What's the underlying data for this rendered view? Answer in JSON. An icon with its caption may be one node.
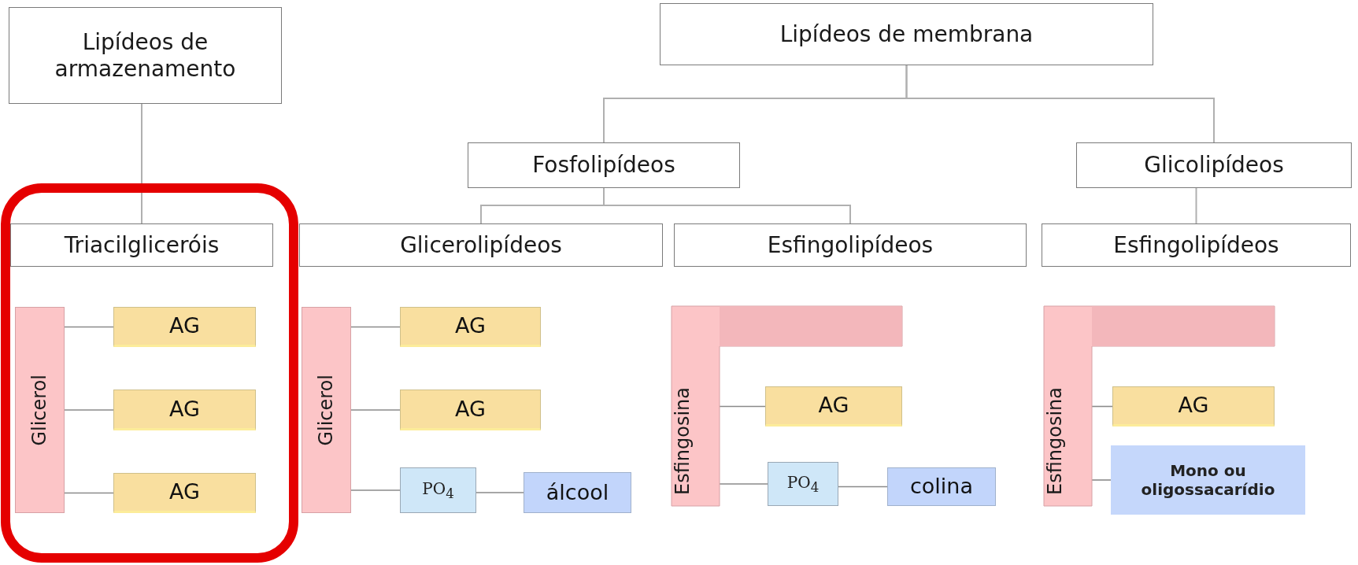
{
  "diagram": {
    "nodes": [
      {
        "text": [
          "Lipídeos de armazenamento"
        ]
      },
      {
        "text": [
          "Lipídeos de membrana"
        ]
      },
      {
        "text": [
          "Fosfolipídeos"
        ]
      },
      {
        "text": [
          "Glicolipídeos"
        ]
      },
      {
        "text": [
          "Triacilgliceróis"
        ]
      },
      {
        "text": [
          "Glicerolipídeos"
        ]
      },
      {
        "text": [
          "Esfingolipídeos"
        ]
      },
      {
        "text": [
          "Esfingolipídeos"
        ]
      },
      {
        "text": [
          "Glicerol"
        ]
      },
      {
        "text": [
          "AG"
        ]
      },
      {
        "text": [
          "AG"
        ]
      },
      {
        "text": [
          "AG"
        ]
      },
      {
        "text": [
          "Glicerol"
        ]
      },
      {
        "text": [
          "AG"
        ]
      },
      {
        "text": [
          "AG"
        ]
      },
      {
        "text": [
          "PO$_{4}$"
        ]
      },
      {
        "text": [
          "álcool"
        ]
      },
      {
        "text": [
          "Esfingosina"
        ]
      },
      {
        "text": [
          "AG"
        ]
      },
      {
        "text": [
          "PO$_{4}$"
        ]
      },
      {
        "text": [
          "colina"
        ]
      },
      {
        "text": [
          "Esfingosina"
        ]
      },
      {
        "text": [
          "AG"
        ]
      },
      {
        "text": [
          "Mono ou oligossacarídio"
        ]
      }
    ],
    "edges": [
      {
        "from": 0,
        "to": 4,
        "arrow": "none"
      },
      {
        "from": 1,
        "to": 2,
        "arrow": "none"
      },
      {
        "from": 1,
        "to": 3,
        "arrow": "none"
      },
      {
        "from": 2,
        "to": 5,
        "arrow": "none"
      },
      {
        "from": 2,
        "to": 6,
        "arrow": "none"
      },
      {
        "from": 3,
        "to": 7,
        "arrow": "none"
      },
      {
        "from": 8,
        "to": 9,
        "arrow": "none"
      },
      {
        "from": 8,
        "to": 10,
        "arrow": "none"
      },
      {
        "from": 8,
        "to": 11,
        "arrow": "none"
      },
      {
        "from": 12,
        "to": 13,
        "arrow": "none"
      },
      {
        "from": 12,
        "to": 14,
        "arrow": "none"
      },
      {
        "from": 12,
        "to": 15,
        "arrow": "none"
      },
      {
        "from": 15,
        "to": 16,
        "arrow": "none"
      },
      {
        "from": 17,
        "to": 18,
        "arrow": "none"
      },
      {
        "from": 17,
        "to": 19,
        "arrow": "none"
      },
      {
        "from": 19,
        "to": 20,
        "arrow": "none"
      },
      {
        "from": 21,
        "to": 22,
        "arrow": "none"
      },
      {
        "from": 21,
        "to": 23,
        "arrow": "none"
      }
    ]
  }
}
